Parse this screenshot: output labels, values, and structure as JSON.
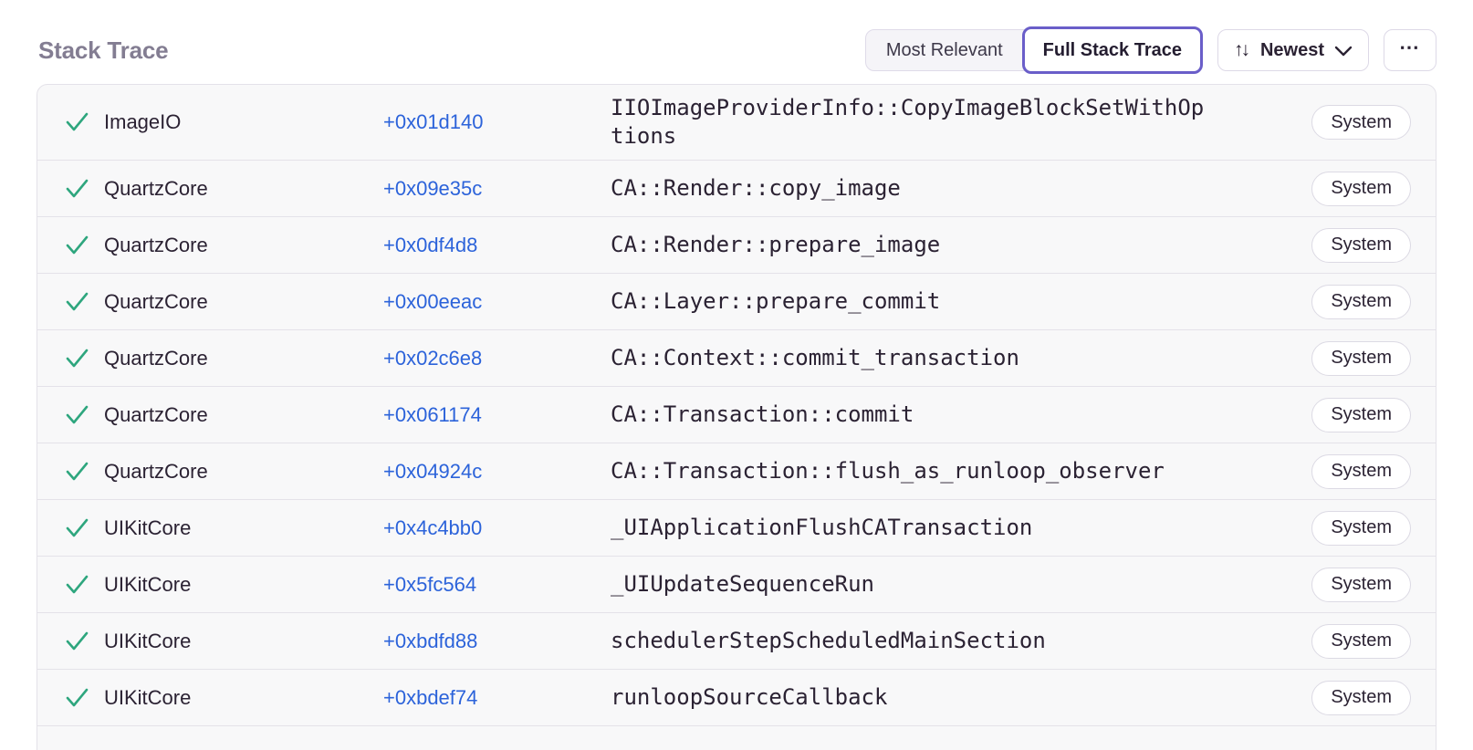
{
  "header": {
    "title": "Stack Trace",
    "toggle": [
      {
        "label": "Most Relevant",
        "selected": false
      },
      {
        "label": "Full Stack Trace",
        "selected": true
      }
    ],
    "sort": {
      "label": "Newest"
    },
    "icons": {
      "sort_arrows": "↑↓",
      "ellipsis": "⋯"
    }
  },
  "colors": {
    "accent_purple": "#6a5ec9",
    "link_blue": "#2c63da",
    "check_green": "#2ea67e",
    "row_background": "#f8f8f9",
    "title_gray": "#837d92"
  },
  "frames": [
    {
      "module": "ImageIO",
      "address": "+0x01d140",
      "function": "IIOImageProviderInfo::CopyImageBlockSetWithOptions",
      "badge": "System"
    },
    {
      "module": "QuartzCore",
      "address": "+0x09e35c",
      "function": "CA::Render::copy_image",
      "badge": "System"
    },
    {
      "module": "QuartzCore",
      "address": "+0x0df4d8",
      "function": "CA::Render::prepare_image",
      "badge": "System"
    },
    {
      "module": "QuartzCore",
      "address": "+0x00eeac",
      "function": "CA::Layer::prepare_commit",
      "badge": "System"
    },
    {
      "module": "QuartzCore",
      "address": "+0x02c6e8",
      "function": "CA::Context::commit_transaction",
      "badge": "System"
    },
    {
      "module": "QuartzCore",
      "address": "+0x061174",
      "function": "CA::Transaction::commit",
      "badge": "System"
    },
    {
      "module": "QuartzCore",
      "address": "+0x04924c",
      "function": "CA::Transaction::flush_as_runloop_observer",
      "badge": "System"
    },
    {
      "module": "UIKitCore",
      "address": "+0x4c4bb0",
      "function": "_UIApplicationFlushCATransaction",
      "badge": "System"
    },
    {
      "module": "UIKitCore",
      "address": "+0x5fc564",
      "function": "_UIUpdateSequenceRun",
      "badge": "System"
    },
    {
      "module": "UIKitCore",
      "address": "+0xbdfd88",
      "function": "schedulerStepScheduledMainSection",
      "badge": "System"
    },
    {
      "module": "UIKitCore",
      "address": "+0xbdef74",
      "function": "runloopSourceCallback",
      "badge": "System"
    }
  ]
}
